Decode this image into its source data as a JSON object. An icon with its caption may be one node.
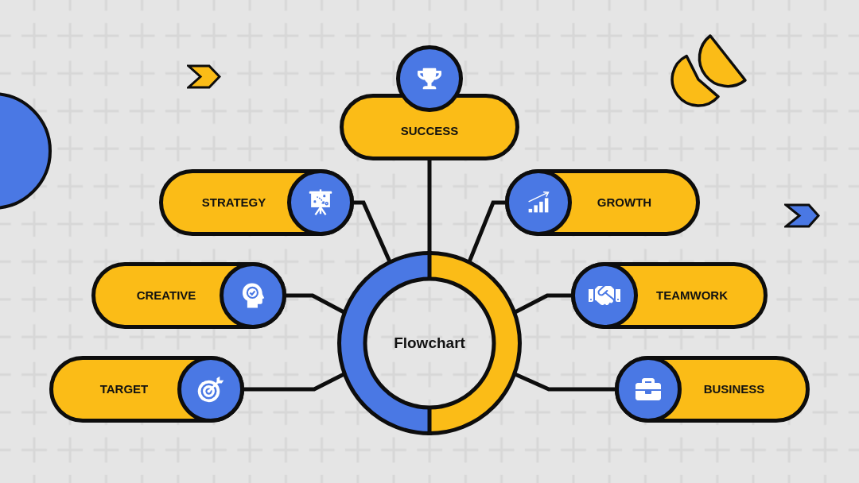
{
  "diagram": {
    "nodes": [
      {
        "text": [
          "SUCCESS"
        ]
      },
      {
        "text": [
          "STRATEGY"
        ]
      },
      {
        "text": [
          "GROWTH"
        ]
      },
      {
        "text": [
          "CREATIVE"
        ]
      },
      {
        "text": [
          "TEAMWORK"
        ]
      },
      {
        "text": [
          "Flowchart"
        ]
      },
      {
        "text": [
          "TARGET"
        ]
      },
      {
        "text": [
          "BUSINESS"
        ]
      }
    ],
    "edges": [
      {
        "from": 5,
        "to": 0,
        "arrow": "none"
      },
      {
        "from": 5,
        "to": 1,
        "arrow": "none"
      },
      {
        "from": 5,
        "to": 2,
        "arrow": "none"
      },
      {
        "from": 5,
        "to": 3,
        "arrow": "none"
      },
      {
        "from": 5,
        "to": 4,
        "arrow": "none"
      },
      {
        "from": 5,
        "to": 6,
        "arrow": "none"
      },
      {
        "from": 5,
        "to": 7,
        "arrow": "none"
      }
    ]
  }
}
